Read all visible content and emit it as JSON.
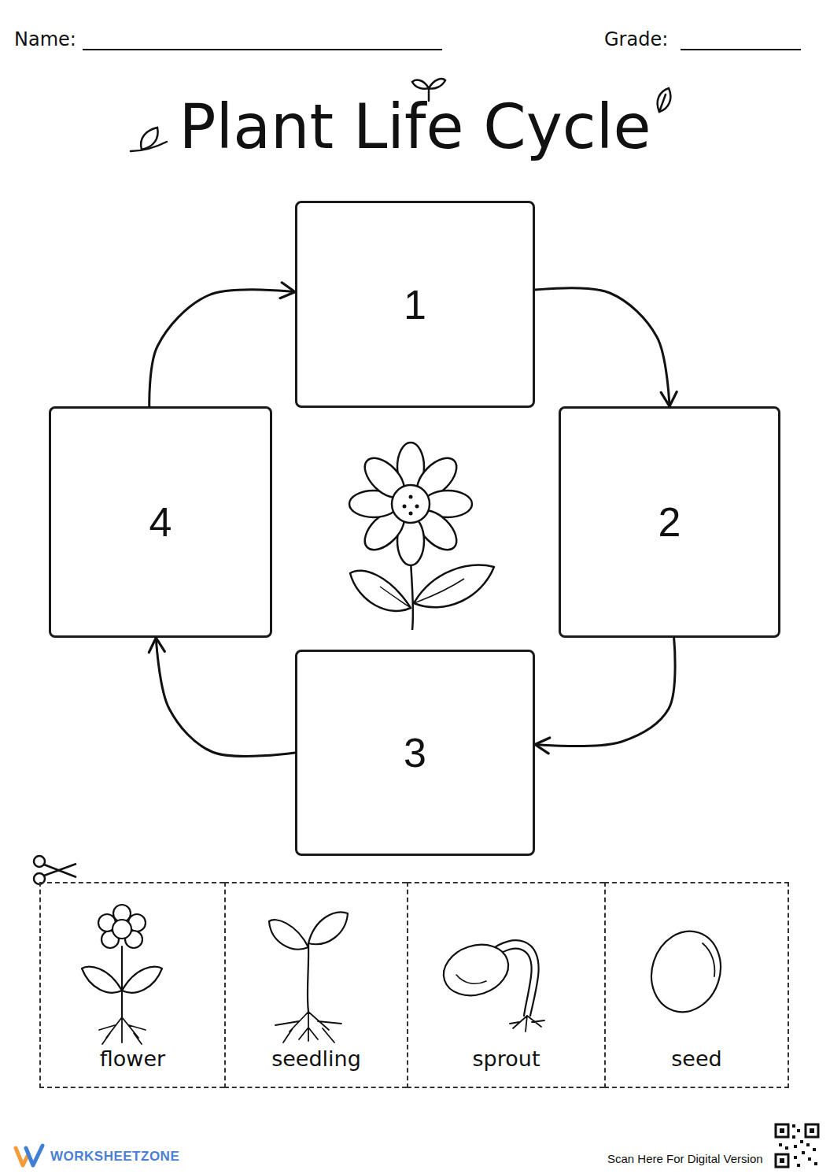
{
  "diagram": {
    "title": "Plant Life Cycle",
    "nodes": [
      {
        "text": [
          "1"
        ]
      },
      {
        "text": [
          "2"
        ]
      },
      {
        "text": [
          "3"
        ]
      },
      {
        "text": [
          "4"
        ]
      },
      {
        "text": [
          "flower"
        ]
      },
      {
        "text": [
          "seedling"
        ]
      },
      {
        "text": [
          "sprout"
        ]
      },
      {
        "text": [
          "seed"
        ]
      }
    ],
    "edges": [
      {
        "from": 0,
        "to": 1,
        "arrow": "to"
      },
      {
        "from": 1,
        "to": 2,
        "arrow": "to"
      },
      {
        "from": 2,
        "to": 3,
        "arrow": "to"
      },
      {
        "from": 3,
        "to": 0,
        "arrow": "to"
      }
    ],
    "labels": [
      "Name:",
      "Grade:",
      "WORKSHEETZONE",
      "Scan Here For Digital Version"
    ]
  }
}
